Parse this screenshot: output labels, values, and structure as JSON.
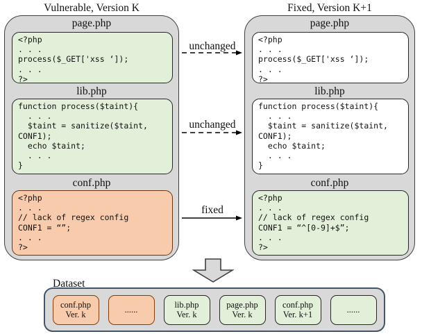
{
  "left_panel": {
    "title": "Vulnerable, Version K",
    "files": [
      {
        "name": "page.php",
        "variant": "green",
        "code": [
          "<?php",
          ". . .",
          "process($_GET['xss ‘]);",
          ". . .",
          "?>"
        ]
      },
      {
        "name": "lib.php",
        "variant": "green",
        "code": [
          "function process($taint){",
          "  . . .",
          "  $taint = sanitize($taint,",
          "CONF1);",
          "  echo $taint;",
          "  . . .",
          "}"
        ]
      },
      {
        "name": "conf.php",
        "variant": "orange",
        "code": [
          "<?php",
          ". . .",
          "// lack of regex config",
          "CONF1 = “”;",
          ". . .",
          "?>"
        ]
      }
    ]
  },
  "right_panel": {
    "title": "Fixed, Version K+1",
    "files": [
      {
        "name": "page.php",
        "variant": "white",
        "code": [
          "<?php",
          ". . .",
          "process($_GET['xss ‘]);",
          ". . .",
          "?>"
        ]
      },
      {
        "name": "lib.php",
        "variant": "white",
        "code": [
          "function process($taint){",
          "  . . .",
          "  $taint = sanitize($taint,",
          "CONF1);",
          "  echo $taint;",
          "  . . .",
          "}"
        ]
      },
      {
        "name": "conf.php",
        "variant": "green",
        "code": [
          "<?php",
          ". . .",
          "// lack of regex config",
          "CONF1 = “^[0-9]+$”;",
          ". . .",
          "?>"
        ]
      }
    ]
  },
  "arrows": [
    {
      "label": "unchanged",
      "style": "dashed"
    },
    {
      "label": "unchanged",
      "style": "dashed"
    },
    {
      "label": "fixed",
      "style": "solid"
    }
  ],
  "dataset": {
    "label": "Dataset",
    "cards": [
      {
        "line1": "conf.php",
        "line2": "Ver. k",
        "variant": "orange"
      },
      {
        "line1": "......",
        "line2": "",
        "variant": "orange"
      },
      {
        "line1": "lib.php",
        "line2": "Ver. k",
        "variant": "green"
      },
      {
        "line1": "page.php",
        "line2": "Ver. k",
        "variant": "green"
      },
      {
        "line1": "conf.php",
        "line2": "Ver. k+1",
        "variant": "green"
      },
      {
        "line1": "......",
        "line2": "",
        "variant": "green"
      }
    ]
  },
  "colors": {
    "green_fill": "#e2efd9",
    "orange_fill": "#f8cbad",
    "white_fill": "#ffffff",
    "panel_gray": "#d8d8d8",
    "panel_border": "#3f3f3f",
    "code_border": "#262626",
    "orange_border": "#843c0c",
    "dataset_border": "#44546a",
    "arrow_color": "#000000"
  }
}
